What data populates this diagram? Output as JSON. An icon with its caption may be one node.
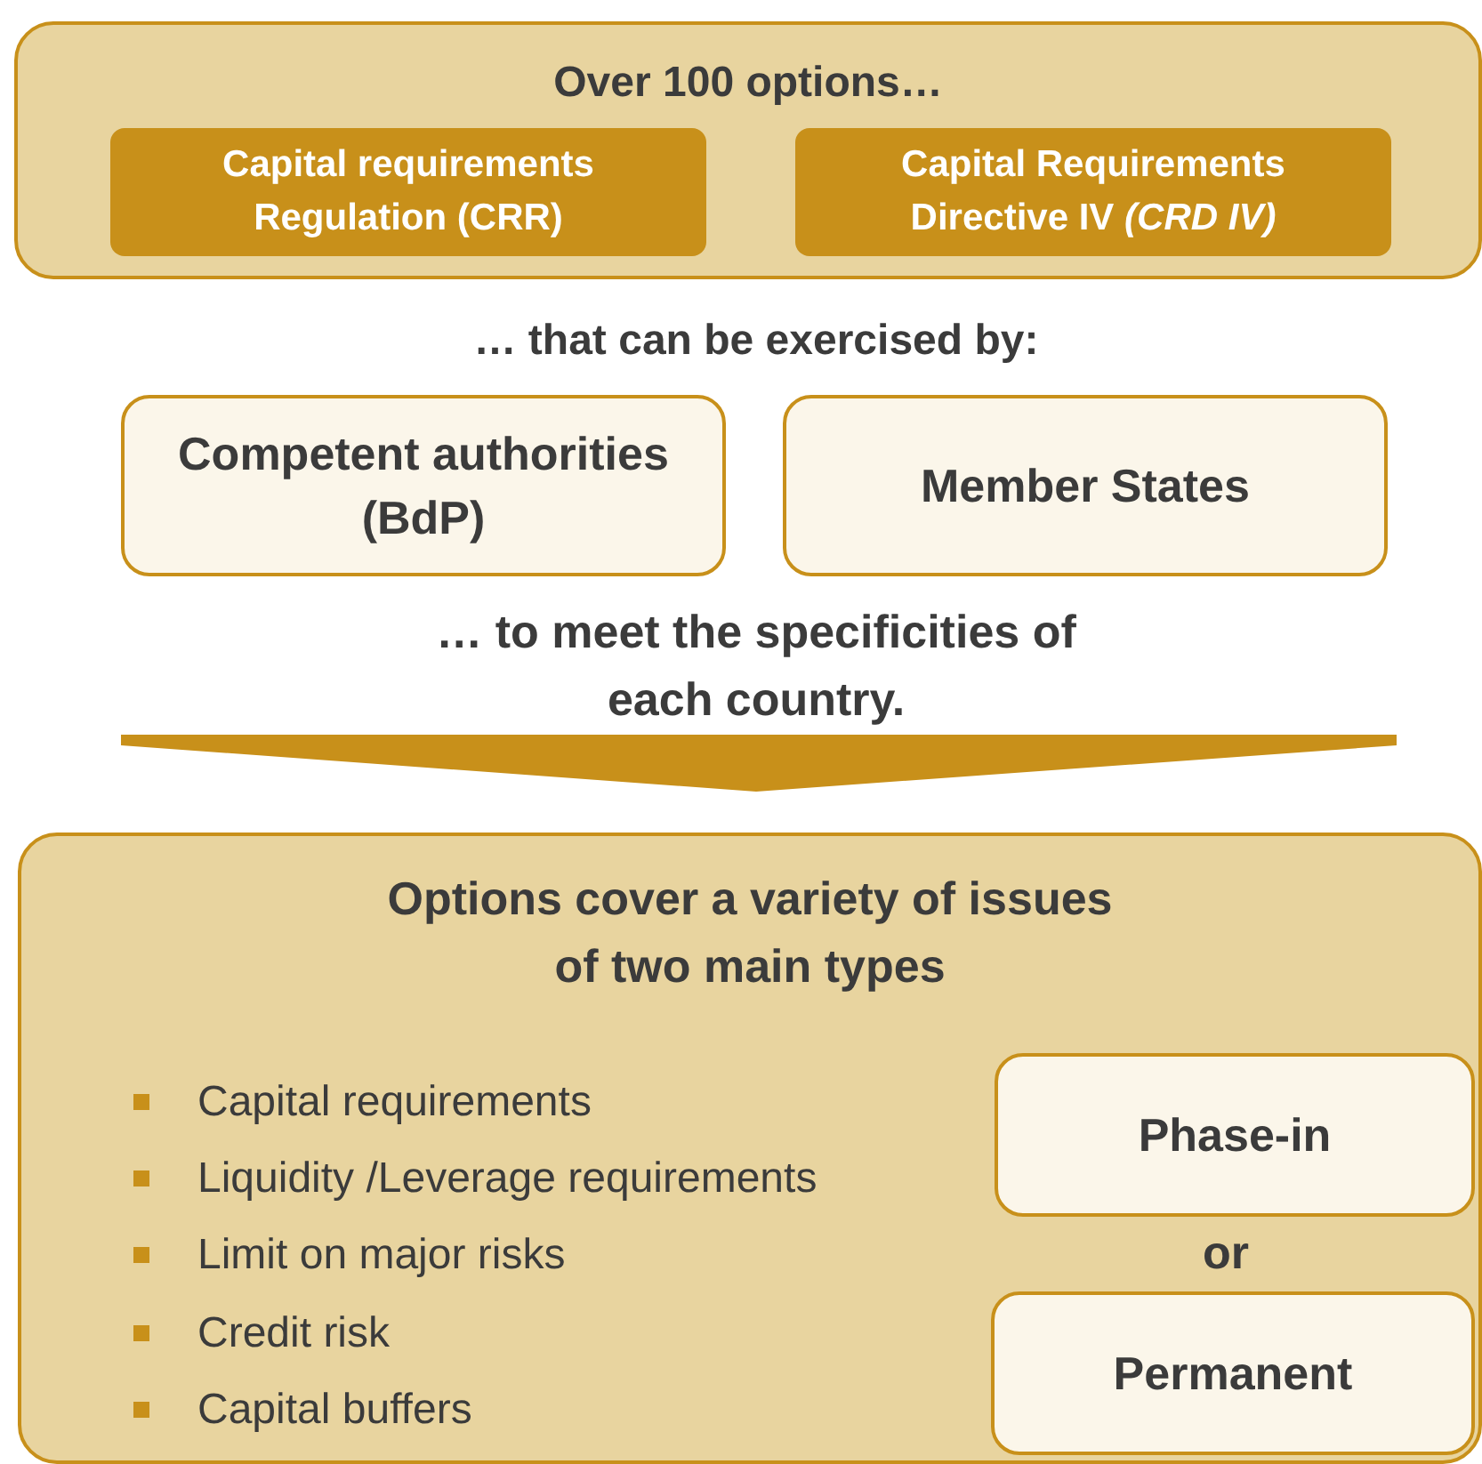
{
  "diagram": {
    "nodes": [
      {
        "text": [
          "Over 100 options…"
        ]
      },
      {
        "text": [
          "Capital requirements Regulation (CRR)"
        ],
        "in": 0
      },
      {
        "text": [
          "Capital Requirements Directive IV *(CRD IV)*"
        ],
        "in": 0
      },
      {
        "text": [
          "Competent authorities (BdP)"
        ]
      },
      {
        "text": [
          "Member States"
        ]
      },
      {
        "text": [
          "Options cover a variety of issues of two main types"
        ]
      },
      {
        "text": [
          "Phase-in"
        ],
        "in": 5
      },
      {
        "text": [
          "Permanent"
        ],
        "in": 5
      }
    ],
    "edges": [],
    "labels": [
      "… that can be exercised by:",
      "… to meet the specificities of each country.",
      "Capital requirements",
      "Liquidity /Leverage requirements",
      "Limit on major risks",
      "Credit risk",
      "Capital buffers",
      "or"
    ]
  }
}
